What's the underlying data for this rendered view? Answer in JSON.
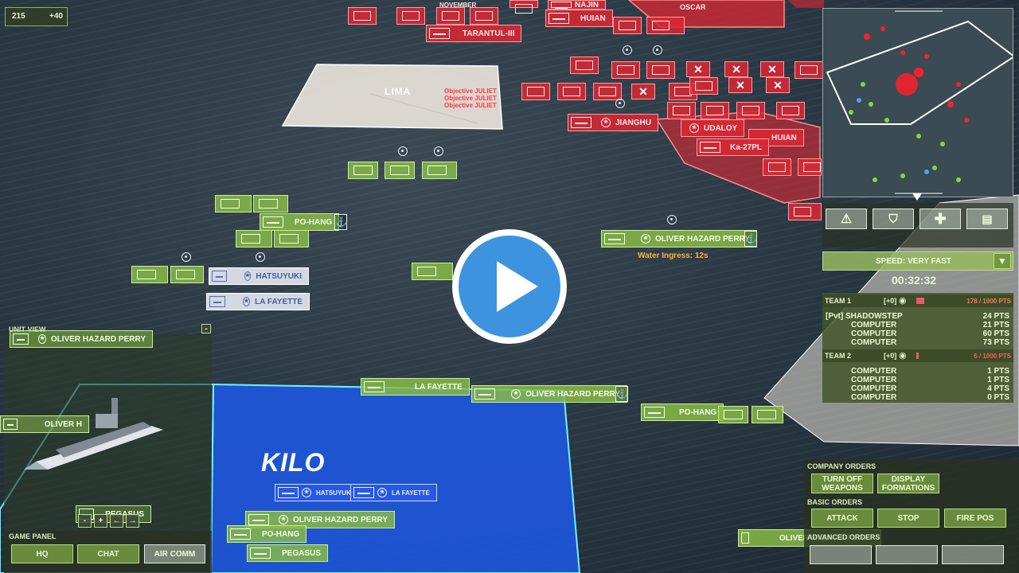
{
  "top_counter": {
    "left": "215",
    "right": "+40"
  },
  "zones": {
    "lima": "LIMA",
    "kilo": "KILO",
    "oscar": "OSCAR",
    "november": "NOVEMBER"
  },
  "objectives": [
    "Objective JULIET",
    "Objective JULIET",
    "Objective JULIET"
  ],
  "status_text": {
    "water_ingress": "Water Ingress: 12s"
  },
  "enemy_labels": {
    "tarantul": "TARANTUL-III",
    "huian_top": "HUIAN",
    "najin": "NAJIN",
    "jianghu": "JIANGHU",
    "udaloy": "UDALOY",
    "huian_mid": "HUIAN",
    "ka27": "Ka-27PL"
  },
  "friendly_labels": {
    "po_hang_1": "PO-HANG",
    "oliver_1": "OLIVER HAZARD PERRY",
    "hatsuyuki_w": "HATSUYUKI",
    "lafayette_w": "LA FAYETTE",
    "lafayette_2": "LA FAYETTE",
    "oliver_2": "OLIVER HAZARD PERRY",
    "po_hang_2": "PO-HANG",
    "hatsuyuki_b": "HATSUYUKI",
    "lafayette_b": "LA FAYETTE",
    "oliver_3": "OLIVER HAZARD PERRY",
    "po_hang_3": "PO-HANG",
    "pegasus": "PEGASUS",
    "oliver_4": "OLIVER HAZARD PERRY"
  },
  "unit_view": {
    "title": "UNIT VIEW",
    "collapse": "-",
    "unit_name": "OLIVER HAZARD PERRY",
    "group_name": "OLIVER H",
    "ghost_name": "PEGASUS",
    "nav_buttons": [
      "-",
      "+",
      "←",
      "→"
    ]
  },
  "game_panel": {
    "title": "GAME PANEL",
    "buttons": [
      "HQ",
      "CHAT",
      "AIR COMM"
    ]
  },
  "speed": {
    "label": "SPEED: VERY FAST",
    "timer": "00:32:32"
  },
  "teams": [
    {
      "name": "TEAM 1",
      "count": "[+0]",
      "score": "178 / 1000 PTS",
      "players": [
        {
          "name": "[Pvt] SHADOWSTEP",
          "pts": "24 PTS"
        },
        {
          "name": "COMPUTER",
          "pts": "21 PTS"
        },
        {
          "name": "COMPUTER",
          "pts": "60 PTS"
        },
        {
          "name": "COMPUTER",
          "pts": "73 PTS"
        }
      ]
    },
    {
      "name": "TEAM 2",
      "count": "[+0]",
      "score": "6 / 1000 PTS",
      "players": [
        {
          "name": "COMPUTER",
          "pts": "1 PTS"
        },
        {
          "name": "COMPUTER",
          "pts": "1 PTS"
        },
        {
          "name": "COMPUTER",
          "pts": "4 PTS"
        },
        {
          "name": "COMPUTER",
          "pts": "0 PTS"
        }
      ]
    }
  ],
  "orders": {
    "company_title": "COMPANY ORDERS",
    "turn_off": "TURN OFF\nWEAPONS",
    "display": "DISPLAY\nFORMATIONS",
    "basic_title": "BASIC ORDERS",
    "attack": "ATTACK",
    "stop": "STOP",
    "fire_pos": "FIRE POS",
    "advanced_title": "ADVANCED ORDERS"
  },
  "colors": {
    "friendly": "#88ba48",
    "enemy": "#dc2832",
    "kilo_zone": "#1f55d8",
    "lima_zone": "#ece7de"
  }
}
